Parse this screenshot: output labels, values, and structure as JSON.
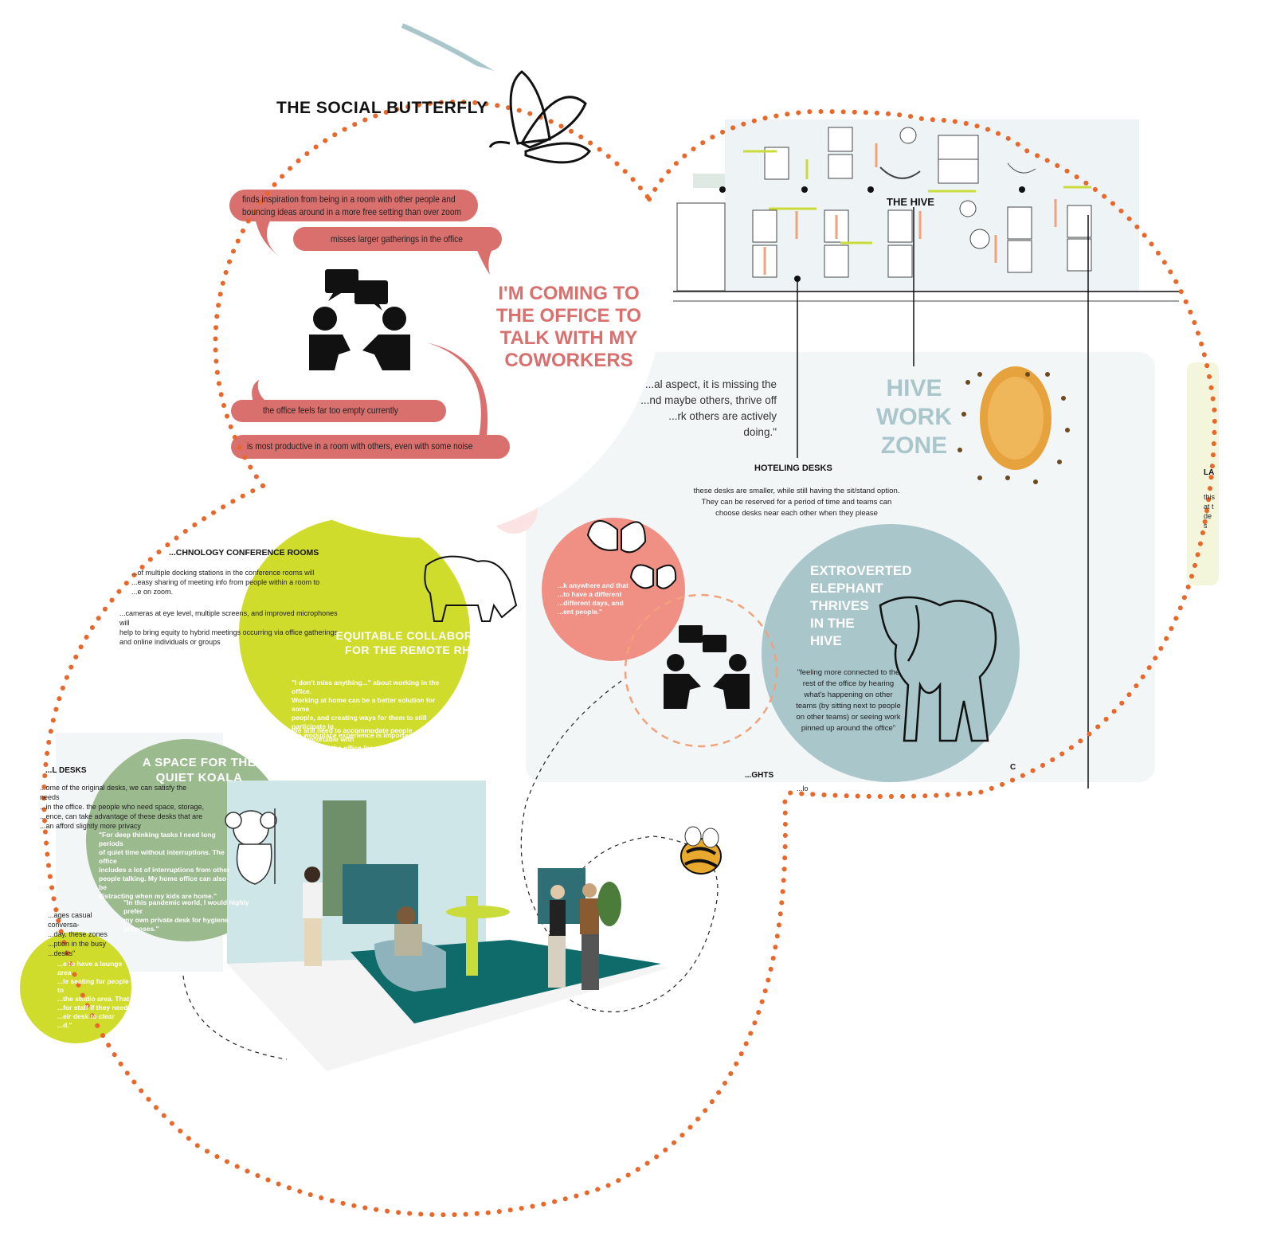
{
  "butterfly": {
    "title": "THE SOCIAL BUTTERFLY",
    "bubbles": [
      "finds inspiration from being in a room with other people and",
      "bouncing ideas around in a more free setting than over zoom",
      "misses larger gatherings in the office",
      "the office feels far too empty currently",
      "is most productive in a room with others, even with some noise"
    ],
    "headline": [
      "I'M COMING TO",
      "THE OFFICE TO",
      "TALK WITH MY",
      "COWORKERS"
    ]
  },
  "hive": {
    "plan_label": "THE HIVE",
    "quote": [
      "...al aspect, it is missing the",
      "...nd maybe others, thrive off",
      "...rk others are actively doing.\""
    ],
    "zone_title": [
      "HIVE",
      "WORK",
      "ZONE"
    ],
    "hoteling_title": "HOTELING DESKS",
    "hoteling_text": [
      "these desks are smaller, while still having the sit/stand option.",
      "They can be reserved for a period of time and teams can",
      "choose desks near each other when they please"
    ],
    "right_cut_label": "LA",
    "right_cut_text": [
      "this",
      "at t",
      "de",
      "s"
    ],
    "bottom_cut": "...GHTS",
    "bottom_cut2": "...lo",
    "bottom_cut3": "C"
  },
  "elephant": {
    "title": [
      "EXTROVERTED",
      "ELEPHANT",
      "THRIVES",
      "IN THE",
      "HIVE"
    ],
    "quote": [
      "\"feeling more connected to the",
      "rest of the office by hearing",
      "what's happening on other",
      "teams (by sitting next to people",
      "on other teams) or seeing work",
      "pinned up around the office\""
    ]
  },
  "pink_circle": {
    "text": [
      "...k anywhere and that",
      "...to have a different",
      "...different days, and",
      "...ent people.\""
    ]
  },
  "rhino": {
    "section_title": "...CHNOLOGY CONFERENCE ROOMS",
    "section_text1": [
      "...of multiple docking stations in the conference rooms will",
      "...easy sharing of meeting info from people within a room to",
      "...e on zoom."
    ],
    "section_text2": [
      "...cameras at eye level, multiple screens, and improved microphones will",
      "help to bring equity to hybrid meetings occurring via office gatherings",
      "and online individuals or groups"
    ],
    "title": [
      "EQUITABLE COLLABORATION",
      "FOR THE REMOTE RHINOS"
    ],
    "quote1": [
      "\"I don't miss anything...\" about working in the office.",
      "Working at home can be a better solution for some",
      "people, and creating ways for them to still participate in",
      "the workplace experience is important."
    ],
    "quote2": [
      "We still need to accommodate people uncomfortable with",
      "returning to the office for personal, pandemic, or cost",
      "reasons."
    ]
  },
  "koala": {
    "section_title": "...L DESKS",
    "section_text": [
      "...ome of the original desks, we can satisfy the needs",
      "...in the office. the people who need space, storage,",
      "...ence, can take advantage of these desks that are",
      "...an afford slightly more privacy"
    ],
    "title": [
      "A SPACE FOR THE",
      "QUIET KOALA"
    ],
    "quote1": [
      "\"For deep thinking tasks I need long periods",
      "of quiet time without interruptions. The office",
      "includes a lot of interruptions from other",
      "people talking. My home office can also be",
      "distracting when my kids are home.\""
    ],
    "quote2": [
      "\"In this pandemic world, I would highly prefer",
      "my own private desk for hygiene purposes.\""
    ],
    "left_text": [
      "...ages casual conversa-",
      "...day. these zones",
      "...ption in the busy",
      "...desks\""
    ],
    "green_text": [
      "...e to have a lounge area",
      "...le seating for people to",
      "...the studio area. That",
      "...for staff if they need",
      "...eir desk to clear",
      "...d.\""
    ]
  },
  "colors": {
    "orange_dots": "#e8672a",
    "pink": "#d9706e",
    "lime": "#cfdc2c",
    "slate": "#a9c6cb",
    "sage": "#9bbb8e",
    "teal_floor": "#0f6a6a",
    "hive_text": "#a9c6cb",
    "headline": "#d9706e"
  }
}
